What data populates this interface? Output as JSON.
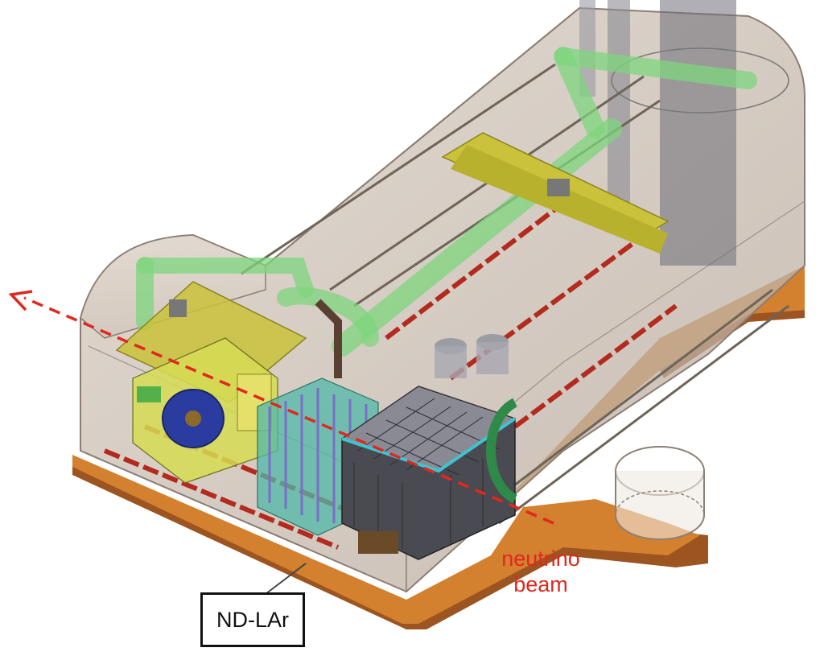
{
  "labels": {
    "detector": "ND-LAr",
    "beam_line1": "neutrino",
    "beam_line2": "beam"
  },
  "colors": {
    "beam": "#e0281e",
    "floor": "#d3802f",
    "floor_dark": "#9c5420",
    "cavern": "#c9bcb0",
    "green_duct": "#7ed67e",
    "crane": "#c9c23a",
    "rail": "#b42a1e",
    "label_border": "#111111"
  },
  "icons": {
    "beam_direction": "dashed-arrow-left-icon"
  }
}
